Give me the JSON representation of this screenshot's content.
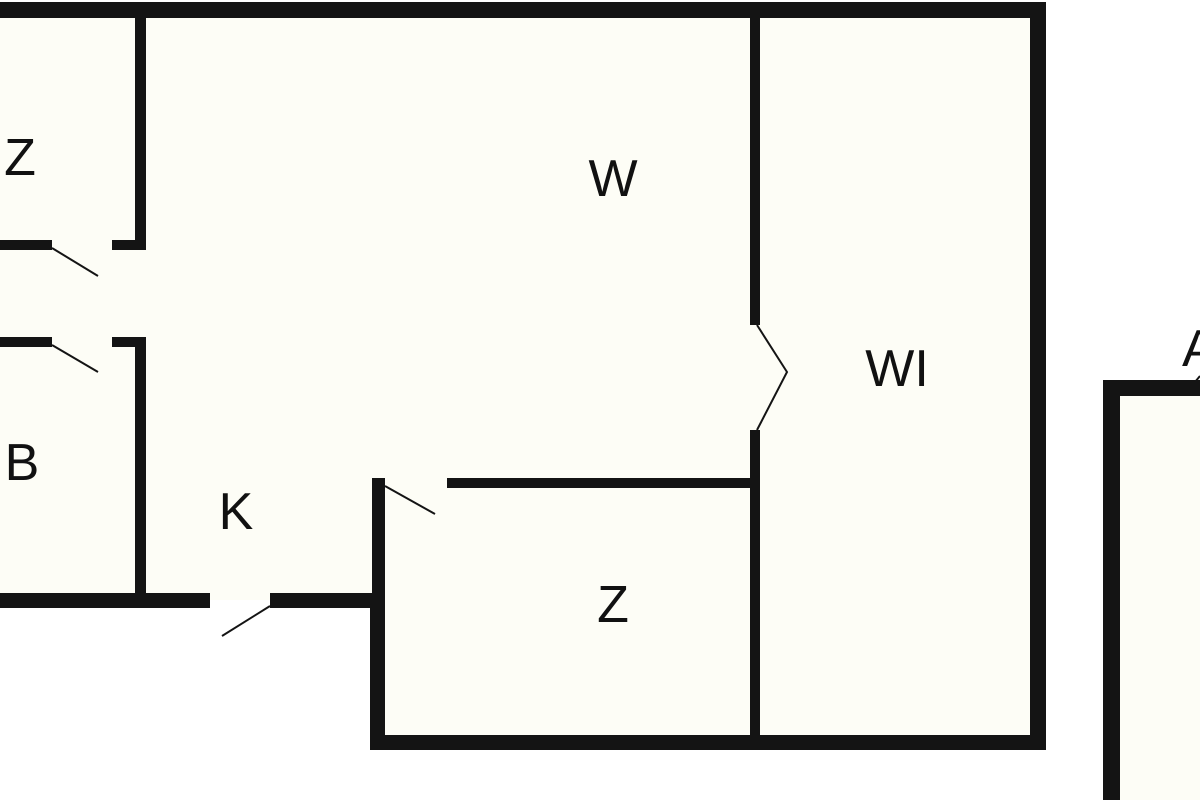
{
  "title": "Floor plan",
  "colors": {
    "wall": "#141414",
    "floor": "#fdfdf6",
    "outside": "#ffffff"
  },
  "rooms": [
    {
      "id": "room-z-top",
      "label": "Z"
    },
    {
      "id": "room-w",
      "label": "W"
    },
    {
      "id": "room-wi",
      "label": "WI"
    },
    {
      "id": "room-b",
      "label": "B"
    },
    {
      "id": "room-k",
      "label": "K"
    },
    {
      "id": "room-z-bottom",
      "label": "Z"
    },
    {
      "id": "room-a",
      "label": "A"
    }
  ]
}
